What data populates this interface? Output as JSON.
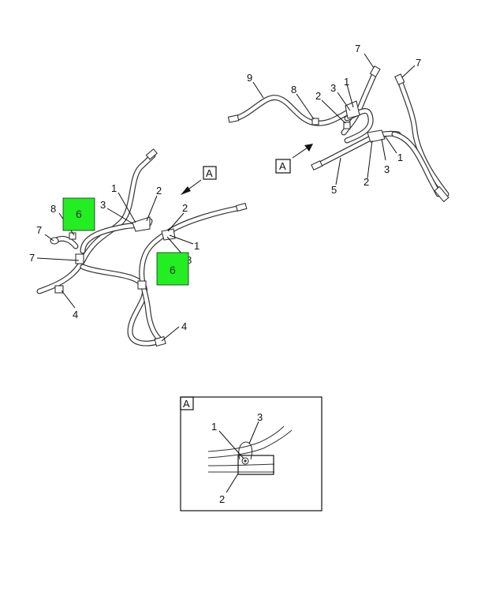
{
  "callouts": {
    "l1a": "1",
    "l2a": "2",
    "l3a": "3",
    "l8a": "8",
    "l7a": "7",
    "l7b": "7",
    "l4a": "4",
    "l4b": "4",
    "l2b": "2",
    "l1b": "1",
    "l8b": "8",
    "r7a": "7",
    "r7b": "7",
    "r9": "9",
    "r8": "8",
    "r1a": "1",
    "r3a": "3",
    "r2a": "2",
    "r1b": "1",
    "r3b": "3",
    "r2b": "2",
    "r5": "5",
    "d1": "1",
    "d3": "3",
    "d2": "2"
  },
  "highlights": {
    "h1": "6",
    "h2": "6"
  },
  "view_tags": {
    "tag_left": "A",
    "tag_right": "A",
    "detail": "A"
  }
}
